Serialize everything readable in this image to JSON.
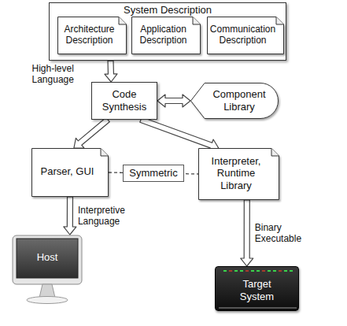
{
  "diagram": {
    "nodes": [
      {
        "text": [
          "System Description"
        ]
      },
      {
        "text": [
          "Architecture Description"
        ],
        "in": 0
      },
      {
        "text": [
          "Application Description"
        ],
        "in": 0
      },
      {
        "text": [
          "Communication Description"
        ],
        "in": 0
      },
      {
        "text": [
          "Code Synthesis"
        ]
      },
      {
        "text": [
          "Component Library"
        ]
      },
      {
        "text": [
          "Parser, GUI"
        ]
      },
      {
        "text": [
          "Interpreter, Runtime Library"
        ]
      },
      {
        "text": [
          "Host"
        ]
      },
      {
        "text": [
          "Target System"
        ]
      }
    ],
    "edges": [
      {
        "from": 0,
        "to": 4,
        "arrow": "to",
        "label": "High-level Language"
      },
      {
        "from": 4,
        "to": 5,
        "arrow": "both"
      },
      {
        "from": 4,
        "to": 6,
        "arrow": "to"
      },
      {
        "from": 4,
        "to": 7,
        "arrow": "to"
      },
      {
        "from": 6,
        "to": 7,
        "arrow": "none",
        "label": "Symmetric"
      },
      {
        "from": 6,
        "to": 8,
        "arrow": "to",
        "label": "Interpretive Language"
      },
      {
        "from": 7,
        "to": 9,
        "arrow": "to",
        "label": "Binary Executable"
      }
    ]
  }
}
